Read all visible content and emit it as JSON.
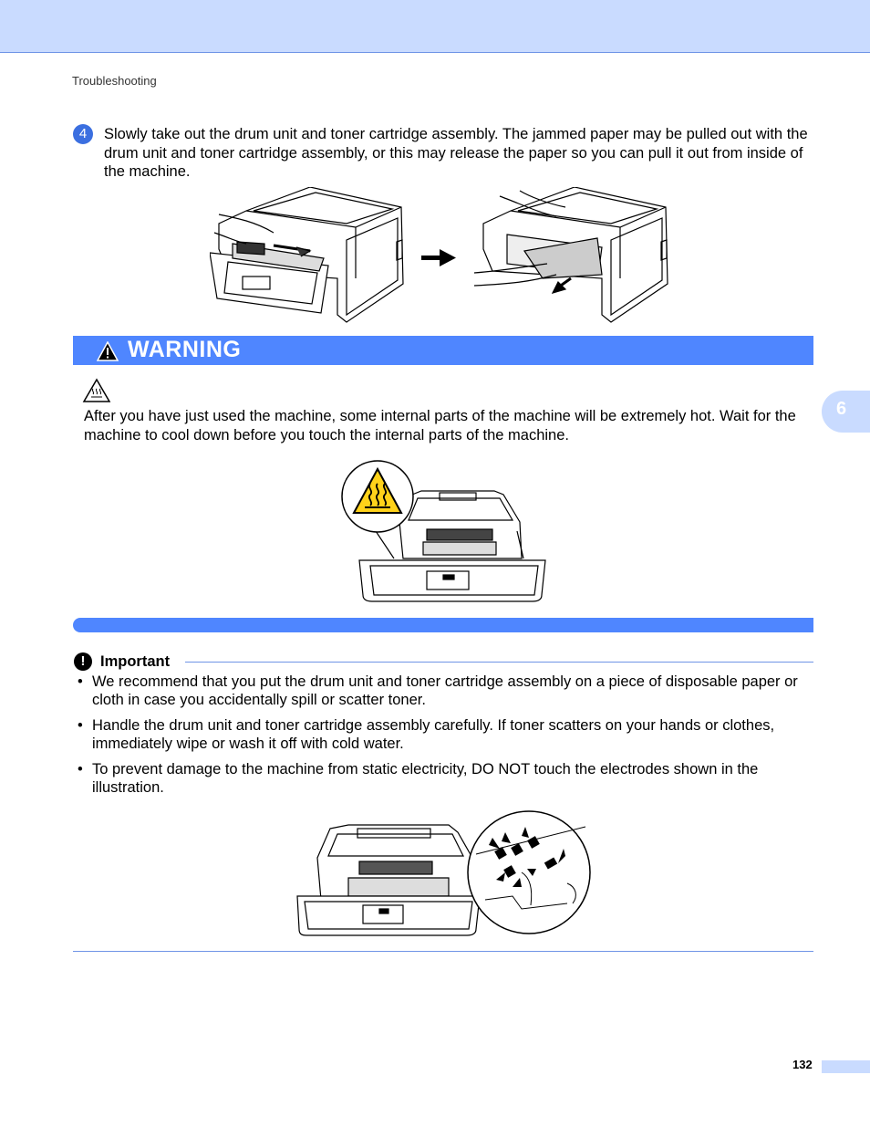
{
  "header": {
    "section": "Troubleshooting"
  },
  "step": {
    "number": "4",
    "text": "Slowly take out the drum unit and toner cartridge assembly. The jammed paper may be pulled out with the drum unit and toner cartridge assembly, or this may release the paper so you can pull it out from inside of the machine."
  },
  "warning": {
    "title": "WARNING",
    "text": "After you have just used the machine, some internal parts of the machine will be extremely hot. Wait for the machine to cool down before you touch the internal parts of the machine."
  },
  "important": {
    "title": "Important",
    "bullets": [
      "We recommend that you put the drum unit and toner cartridge assembly on a piece of disposable paper or cloth in case you accidentally spill or scatter toner.",
      "Handle the drum unit and toner cartridge assembly carefully. If toner scatters on your hands or clothes, immediately wipe or wash it off with cold water.",
      "To prevent damage to the machine from static electricity, DO NOT touch the electrodes shown in the illustration."
    ]
  },
  "chapter_tab": "6",
  "page_number": "132",
  "colors": {
    "accent": "#4f86ff",
    "header_band": "#c9dbff",
    "rule": "#6f94e6"
  },
  "icons": [
    "step-number-icon",
    "warning-triangle-icon",
    "hot-surface-icon",
    "important-exclamation-icon",
    "arrow-right-icon"
  ]
}
